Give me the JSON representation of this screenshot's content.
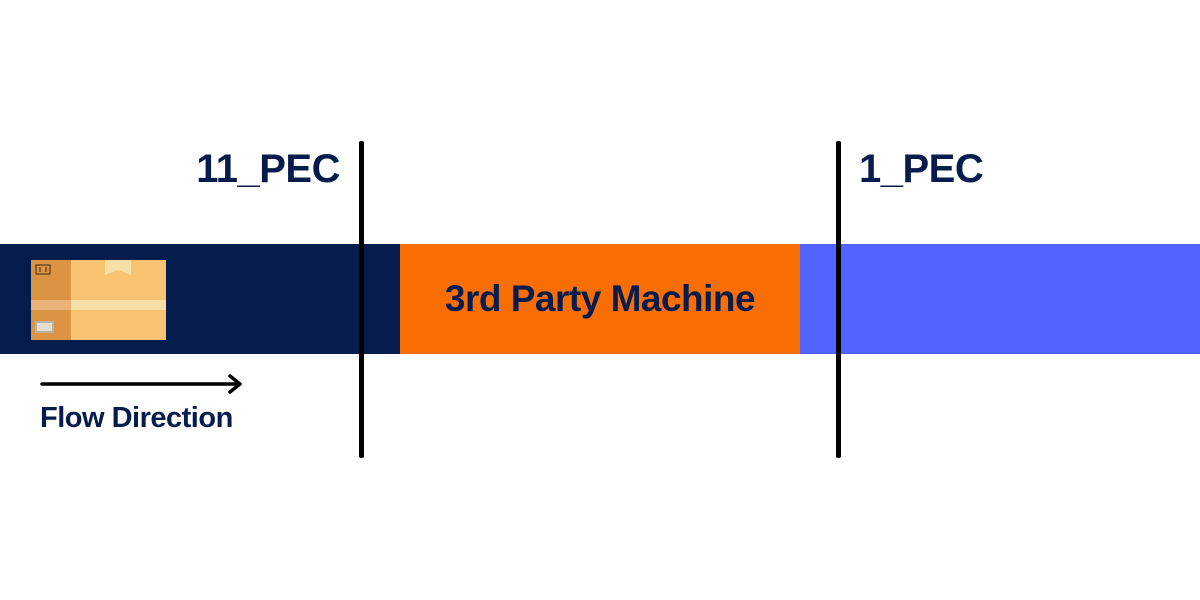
{
  "colors": {
    "navy": "#061c4c",
    "orange": "#f96e02",
    "blue": "#5063fe",
    "line": "#000000",
    "box_main": "#f9c472",
    "box_side": "#da9444",
    "box_tape": "#f6e0a8"
  },
  "conveyor": {
    "segments": [
      {
        "id": "upstream",
        "label": ""
      },
      {
        "id": "machine",
        "label": "3rd Party Machine"
      },
      {
        "id": "downstream",
        "label": ""
      }
    ]
  },
  "sensors": [
    {
      "id": "left",
      "label": "11_PEC"
    },
    {
      "id": "right",
      "label": "1_PEC"
    }
  ],
  "package": {
    "icon": "cardboard-box-icon"
  },
  "flow": {
    "label": "Flow Direction",
    "icon": "right-arrow-icon"
  }
}
